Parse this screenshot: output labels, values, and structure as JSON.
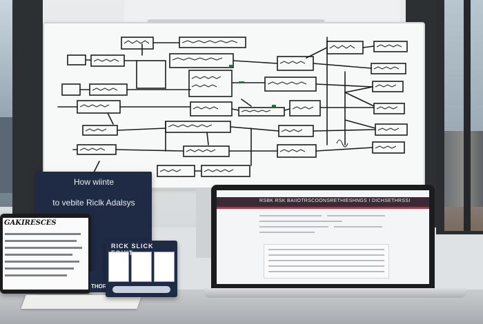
{
  "poster": {
    "title": "How wiinte",
    "subtitle": "to vebite Riclk Adalsys"
  },
  "tablet": {
    "headline": "GAKIRESCES"
  },
  "card": {
    "title": "RICK  SLICK  FOUIT"
  },
  "note": {
    "text": "THOR"
  },
  "laptop": {
    "header_text": "RSBK    RSK    BAIIOTRSCOONSRETHIESHNGS  I   DICHSETHRSSI"
  },
  "colors": {
    "poster_navy": "#1f2a44",
    "laptop_header": "#3a2a35",
    "laptop_accent": "#a33a4a",
    "whiteboard": "#f7f8f8"
  }
}
